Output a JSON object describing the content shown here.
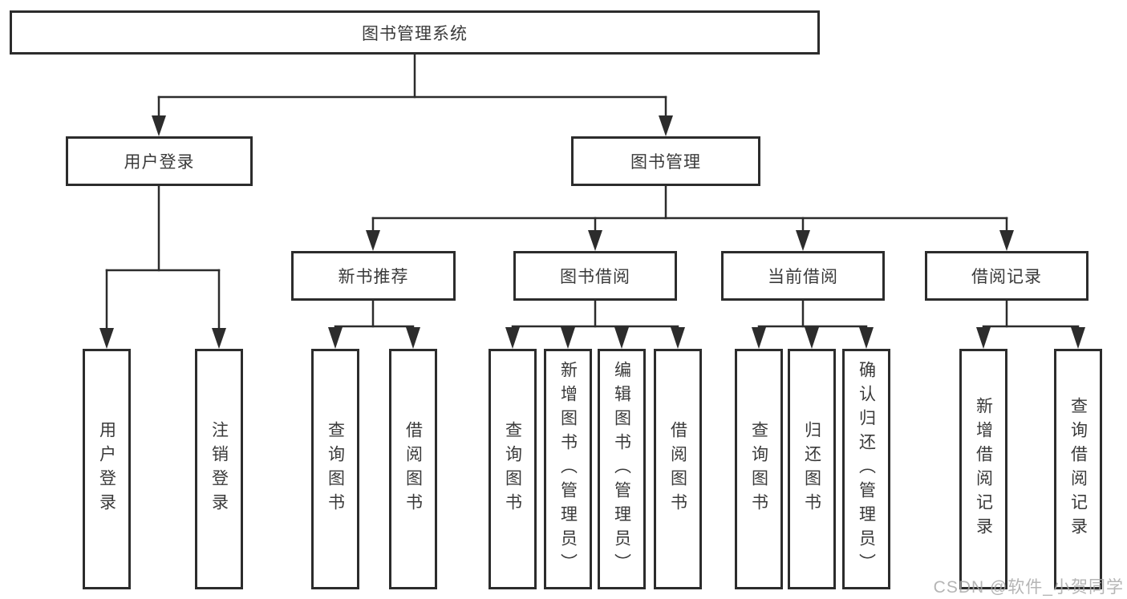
{
  "diagram": {
    "root": {
      "label": "图书管理系统"
    },
    "level2": {
      "user_login": {
        "label": "用户登录"
      },
      "book_management": {
        "label": "图书管理"
      }
    },
    "level3": {
      "new_book_recommend": {
        "label": "新书推荐"
      },
      "book_borrow": {
        "label": "图书借阅"
      },
      "current_borrow": {
        "label": "当前借阅"
      },
      "borrow_records": {
        "label": "借阅记录"
      }
    },
    "leaves": {
      "user_login": {
        "label": "用户登录"
      },
      "logout": {
        "label": "注销登录"
      },
      "query_books_1": {
        "label": "查询图书"
      },
      "borrow_books_1": {
        "label": "借阅图书"
      },
      "query_books_2": {
        "label": "查询图书"
      },
      "add_books_admin": {
        "label": "新增图书（管理员）"
      },
      "edit_books_admin": {
        "label": "编辑图书（管理员）"
      },
      "borrow_books_2": {
        "label": "借阅图书"
      },
      "query_books_3": {
        "label": "查询图书"
      },
      "return_books": {
        "label": "归还图书"
      },
      "confirm_return_admin": {
        "label": "确认归还（管理员）"
      },
      "add_borrow_record": {
        "label": "新增借阅记录"
      },
      "query_borrow_record": {
        "label": "查询借阅记录"
      }
    }
  },
  "watermark": {
    "text": "CSDN @软件_小贺同学"
  },
  "colors": {
    "line": "#2c2c2c",
    "text": "#3a3a3a",
    "background": "#ffffff",
    "watermark": "#a8a8a8"
  }
}
